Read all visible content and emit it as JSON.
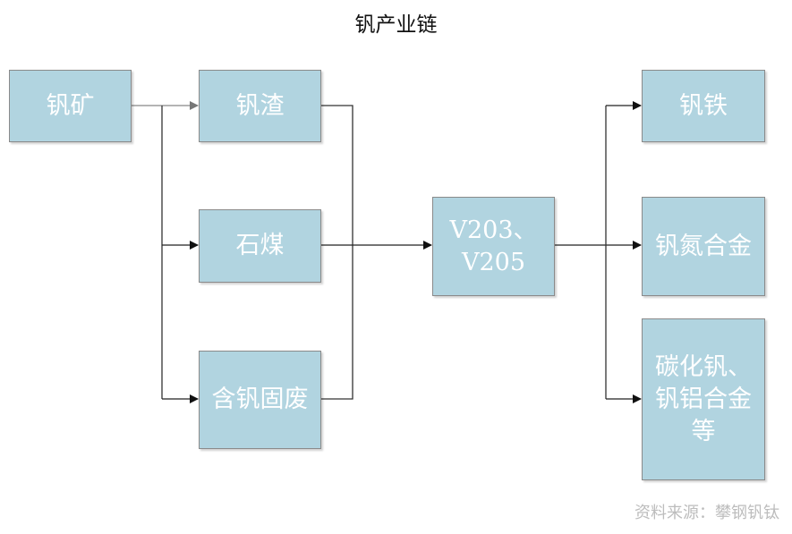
{
  "title": "钒产业链",
  "nodes": {
    "vanadium_ore": "钒矿",
    "vanadium_slag": "钒渣",
    "stone_coal": "石煤",
    "solid_waste": "含钒固废",
    "oxides": "V203、V205",
    "ferrovanadium": "钒铁",
    "vn_alloy": "钒氮合金",
    "others": "碳化钒、钒铝合金等"
  },
  "source": "资料来源：攀钢钒钛",
  "colors": {
    "box_fill": "#b1d4e0",
    "box_border": "#8a8a8a",
    "line": "#222222"
  }
}
